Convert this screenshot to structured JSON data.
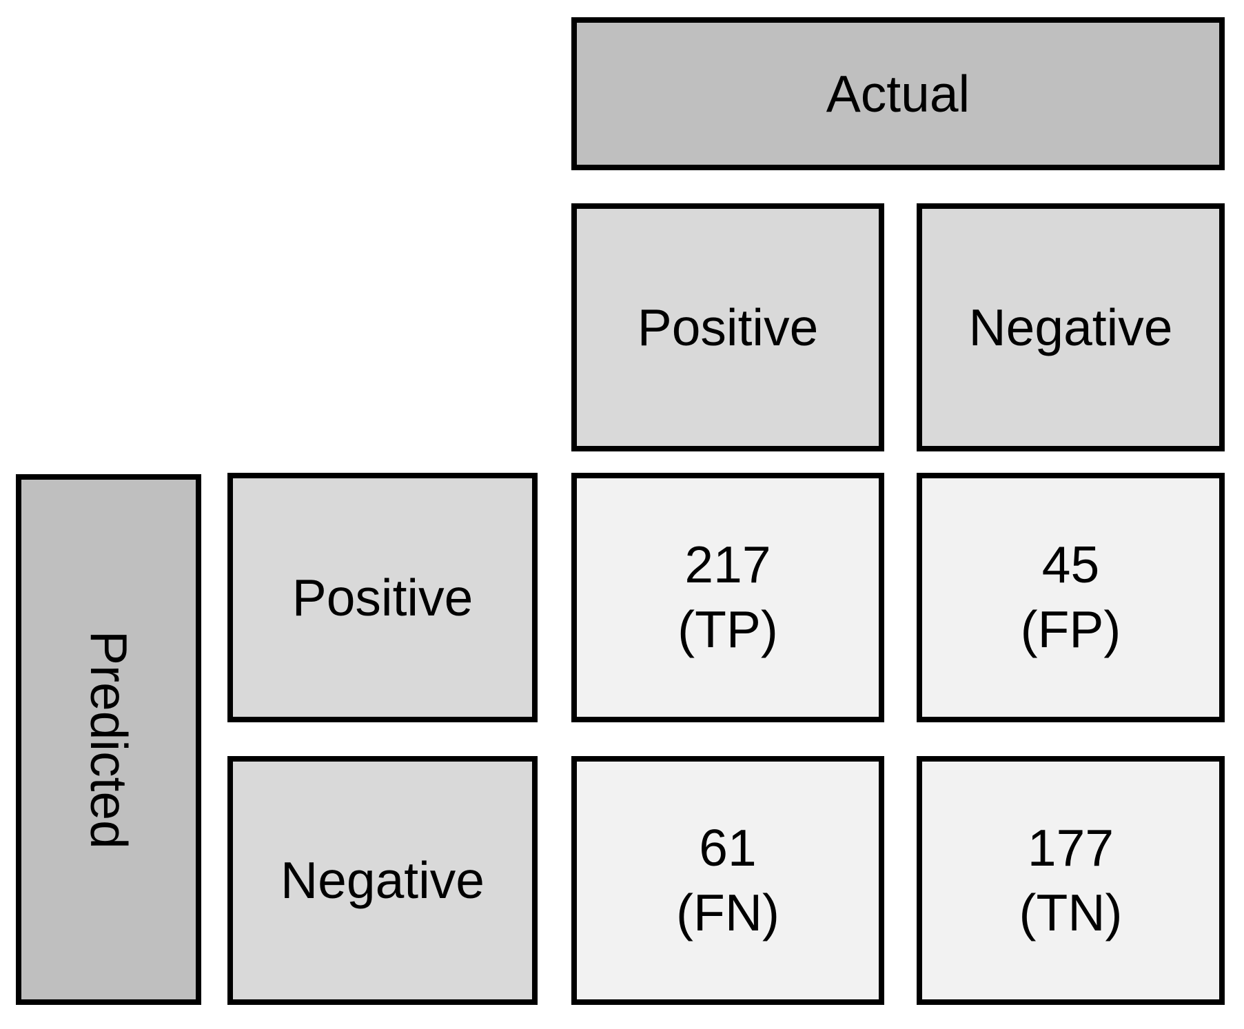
{
  "diagram": {
    "kind": "confusion-matrix",
    "axes": {
      "actual_label": "Actual",
      "predicted_label": "Predicted"
    },
    "columns": [
      {
        "label": "Positive"
      },
      {
        "label": "Negative"
      }
    ],
    "rows": [
      {
        "label": "Positive"
      },
      {
        "label": "Negative"
      }
    ],
    "cells": {
      "tp": {
        "value": "217",
        "tag": "(TP)"
      },
      "fp": {
        "value": "45",
        "tag": "(FP)"
      },
      "fn": {
        "value": "61",
        "tag": "(FN)"
      },
      "tn": {
        "value": "177",
        "tag": "(TN)"
      }
    },
    "colors": {
      "axis_header_fill": "#bfbfbf",
      "category_header_fill": "#d9d9d9",
      "data_cell_fill": "#f2f2f2",
      "border": "#000000",
      "text": "#000000",
      "background": "#ffffff"
    }
  },
  "chart_data": {
    "type": "table",
    "title": "",
    "row_axis": "Predicted",
    "col_axis": "Actual",
    "categories": [
      "Positive",
      "Negative"
    ],
    "series": [
      {
        "name": "Predicted Positive",
        "values": [
          217,
          45
        ],
        "tags": [
          "TP",
          "FP"
        ]
      },
      {
        "name": "Predicted Negative",
        "values": [
          61,
          177
        ],
        "tags": [
          "FN",
          "TN"
        ]
      }
    ]
  }
}
